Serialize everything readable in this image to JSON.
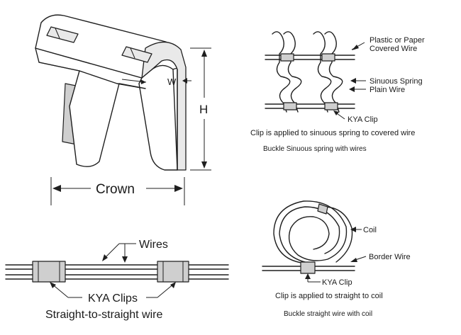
{
  "clip_view": {
    "w_label": "W",
    "h_label": "H",
    "crown_label": "Crown"
  },
  "sinuous_panel": {
    "plastic_label_line1": "Plastic or Paper",
    "plastic_label_line2": "Covered Wire",
    "sinuous_label_line1": "Sinuous Spring",
    "sinuous_label_line2": "Plain Wire",
    "kya_clip_label": "KYA Clip",
    "caption": "Clip is applied to sinuous spring to covered wire",
    "subcaption": "Buckle Sinuous spring with wires"
  },
  "straight_panel": {
    "wires_label": "Wires",
    "kya_clips_label": "KYA Clips",
    "caption": "Straight-to-straight wire"
  },
  "coil_panel": {
    "coil_label": "Coil",
    "border_label": "Border Wire",
    "kya_clip_label": "KYA Clip",
    "caption": "Clip is applied to straight to coil",
    "subcaption": "Buckle straight wire with coil"
  }
}
